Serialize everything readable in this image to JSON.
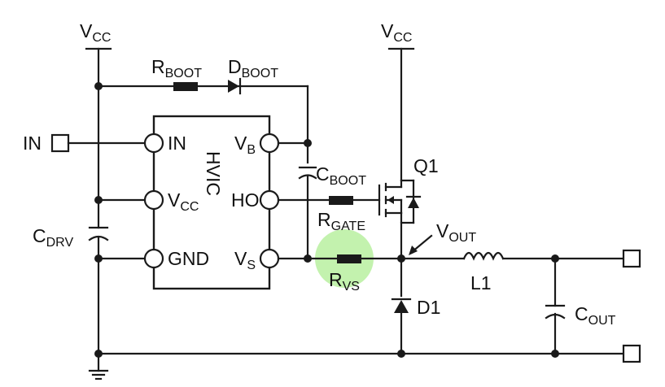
{
  "labels": {
    "vcc_left": {
      "main": "V",
      "sub": "CC"
    },
    "vcc_right": {
      "main": "V",
      "sub": "CC"
    },
    "rboot": {
      "main": "R",
      "sub": "BOOT"
    },
    "dboot": {
      "main": "D",
      "sub": "BOOT"
    },
    "in_terminal": "IN",
    "ic_name": "HVIC",
    "pin_in": "IN",
    "pin_vcc": {
      "main": "V",
      "sub": "CC"
    },
    "pin_gnd": "GND",
    "pin_vb": {
      "main": "V",
      "sub": "B"
    },
    "pin_ho": "HO",
    "pin_vs": {
      "main": "V",
      "sub": "S"
    },
    "cboot": {
      "main": "C",
      "sub": "BOOT"
    },
    "rgate": {
      "main": "R",
      "sub": "GATE"
    },
    "q1": "Q1",
    "vout": {
      "main": "V",
      "sub": "OUT"
    },
    "rvs": {
      "main": "R",
      "sub": "VS"
    },
    "l1": "L1",
    "d1": "D1",
    "cout": {
      "main": "C",
      "sub": "OUT"
    },
    "cdrv": {
      "main": "C",
      "sub": "DRV"
    }
  },
  "colors": {
    "wire": "#1a1a1a",
    "highlight": "#b9f0a0"
  }
}
